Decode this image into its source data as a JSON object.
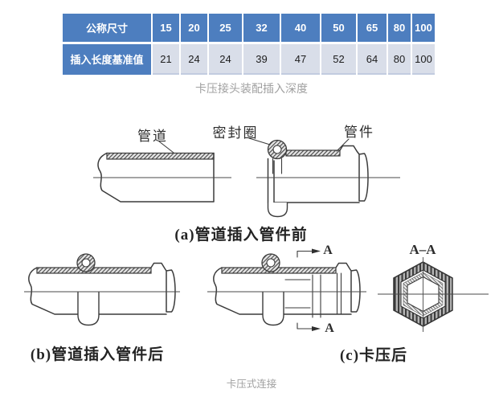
{
  "table": {
    "caption": "卡压接头装配插入深度",
    "rows": [
      {
        "cells": [
          "公称尺寸",
          "15",
          "20",
          "25",
          "32",
          "40",
          "50",
          "65",
          "80",
          "100"
        ]
      },
      {
        "cells": [
          "插入长度基准值",
          "21",
          "24",
          "24",
          "39",
          "47",
          "52",
          "64",
          "80",
          "100"
        ]
      }
    ]
  },
  "figure": {
    "labels": {
      "pipe": "管道",
      "seal_ring": "密封圈",
      "fitting": "管件",
      "section": "A–A",
      "arrow_top": "A",
      "arrow_bottom": "A"
    },
    "captions": {
      "a": "(a)管道插入管件前",
      "b": "(b)管道插入管件后",
      "c": "(c)卡压后"
    },
    "bottom_caption": "卡压式连接"
  },
  "colors": {
    "header_blue": "#4d7ebf",
    "cell_light": "#d9dee9",
    "caption_gray": "#a0a0a0",
    "line": "#3b3b3b"
  }
}
